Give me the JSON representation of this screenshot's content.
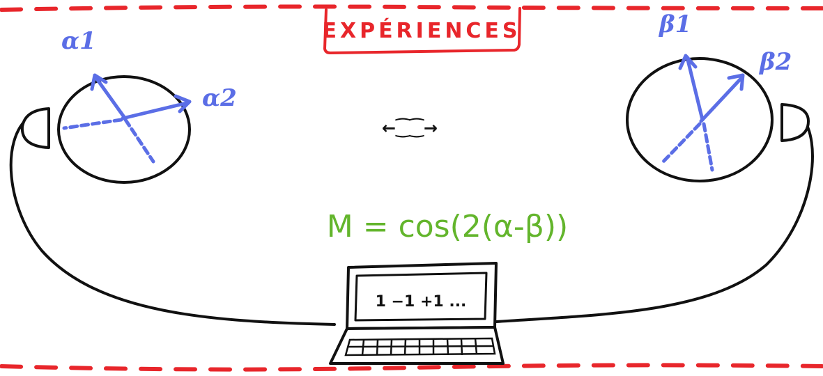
{
  "title": "EXPÉRIENCES",
  "emitter_symbol": "←⁐⁐→",
  "left_detector": {
    "axis_1_label": "α1",
    "axis_2_label": "α2"
  },
  "right_detector": {
    "axis_1_label": "β1",
    "axis_2_label": "β2"
  },
  "formula": "M = cos(2(α-β))",
  "computer_screen_text": "1 −1 +1 ...",
  "colors": {
    "frame_red": "#e8262b",
    "axis_blue": "#5b6ee6",
    "formula_green": "#63b52c",
    "ink_black": "#111111"
  }
}
